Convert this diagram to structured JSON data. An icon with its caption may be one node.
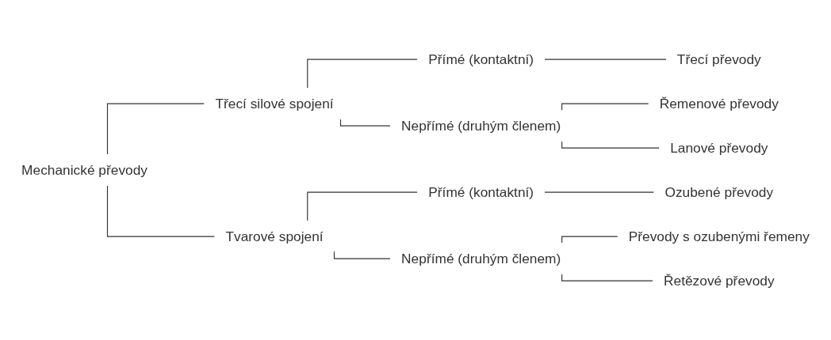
{
  "diagram": {
    "nodes": [
      {
        "text": [
          "Mechanické převody"
        ]
      },
      {
        "text": [
          "Třecí silové spojení"
        ]
      },
      {
        "text": [
          "Přímé (kontaktní)"
        ]
      },
      {
        "text": [
          "Třecí převody"
        ]
      },
      {
        "text": [
          "Nepřímé (druhým členem)"
        ]
      },
      {
        "text": [
          "Řemenové převody"
        ]
      },
      {
        "text": [
          "Lanové převody"
        ]
      },
      {
        "text": [
          "Tvarové spojení"
        ]
      },
      {
        "text": [
          "Přímé (kontaktní)"
        ]
      },
      {
        "text": [
          "Ozubené převody"
        ]
      },
      {
        "text": [
          "Nepřímé (druhým členem)"
        ]
      },
      {
        "text": [
          "Převody s ozubenými řemeny"
        ]
      },
      {
        "text": [
          "Řetězové převody"
        ]
      }
    ],
    "edges": [
      {
        "from": 0,
        "to": 1,
        "arrow": "none"
      },
      {
        "from": 0,
        "to": 7,
        "arrow": "none"
      },
      {
        "from": 1,
        "to": 2,
        "arrow": "none"
      },
      {
        "from": 1,
        "to": 4,
        "arrow": "none"
      },
      {
        "from": 2,
        "to": 3,
        "arrow": "none"
      },
      {
        "from": 4,
        "to": 5,
        "arrow": "none"
      },
      {
        "from": 4,
        "to": 6,
        "arrow": "none"
      },
      {
        "from": 7,
        "to": 8,
        "arrow": "none"
      },
      {
        "from": 7,
        "to": 10,
        "arrow": "none"
      },
      {
        "from": 8,
        "to": 9,
        "arrow": "none"
      },
      {
        "from": 10,
        "to": 11,
        "arrow": "none"
      },
      {
        "from": 10,
        "to": 12,
        "arrow": "none"
      }
    ]
  }
}
